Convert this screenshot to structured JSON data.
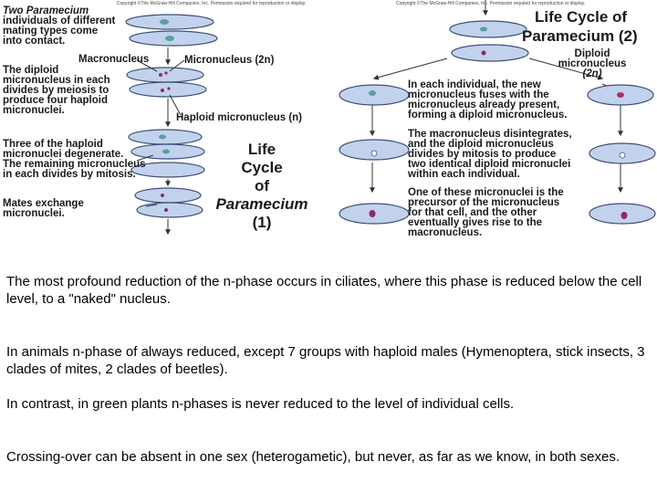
{
  "left_diagram": {
    "copyright": "Copyright ©The McGraw-Hill Companies, Inc. Permission required for reproduction or display.",
    "title": [
      "Life",
      "Cycle",
      "of",
      "Paramecium",
      "(1)"
    ],
    "step1": [
      "Two Paramecium",
      "individuals of different",
      "mating types come",
      "into contact."
    ],
    "macronucleus_label": "Macronucleus",
    "micronucleus_label": "Micronucleus (2n)",
    "step2": [
      "The diploid",
      "micronucleus in each",
      "divides by meiosis to",
      "produce four haploid",
      "micronuclei."
    ],
    "haploid_label": "Haploid micronucleus (n)",
    "step3": [
      "Three of the haploid",
      "micronuclei degenerate.",
      "The remaining micronucleus",
      "in each divides by mitosis."
    ],
    "step4": [
      "Mates exchange",
      "micronuclei."
    ]
  },
  "right_diagram": {
    "copyright": "Copyright ©The McGraw-Hill Companies, Inc. Permission required for reproduction or display.",
    "title": [
      "Life Cycle of",
      "Paramecium (2)"
    ],
    "diploid_label": [
      "Diploid",
      "micronucleus",
      "(2n)"
    ],
    "step5": [
      "In each individual, the new",
      "micronucleus fuses with the",
      "micronucleus already present,",
      "forming a diploid micronucleus."
    ],
    "step6": [
      "The macronucleus disintegrates,",
      "and the diploid micronucleus",
      "divides by mitosis to produce",
      "two identical diploid micronuclei",
      "within each individual."
    ],
    "step7": [
      "One of these micronuclei is the",
      "precursor of the micronucleus",
      "for that cell, and the other",
      "eventually gives rise to the",
      "macronucleus."
    ]
  },
  "paragraphs": [
    "The most profound reduction of the n-phase occurs in ciliates, where this phase is reduced below the cell level, to a \"naked\" nucleus.",
    "In animals n-phase of always reduced, except 7 groups with haploid males (Hymenoptera, stick insects, 3 clades of mites, 2 clades of beetles).",
    "In contrast, in green plants n-phases is never reduced to the level of individual cells.",
    "Crossing-over can be absent in one sex (heterogametic), but never, as far as we know, in both sexes."
  ],
  "colors": {
    "cell_fill": "#c3d2ec",
    "cell_stroke": "#3d4f7a",
    "macronucleus": "#5a9fa0",
    "micronucleus": "#8a2a6a",
    "arrow": "#333333"
  }
}
